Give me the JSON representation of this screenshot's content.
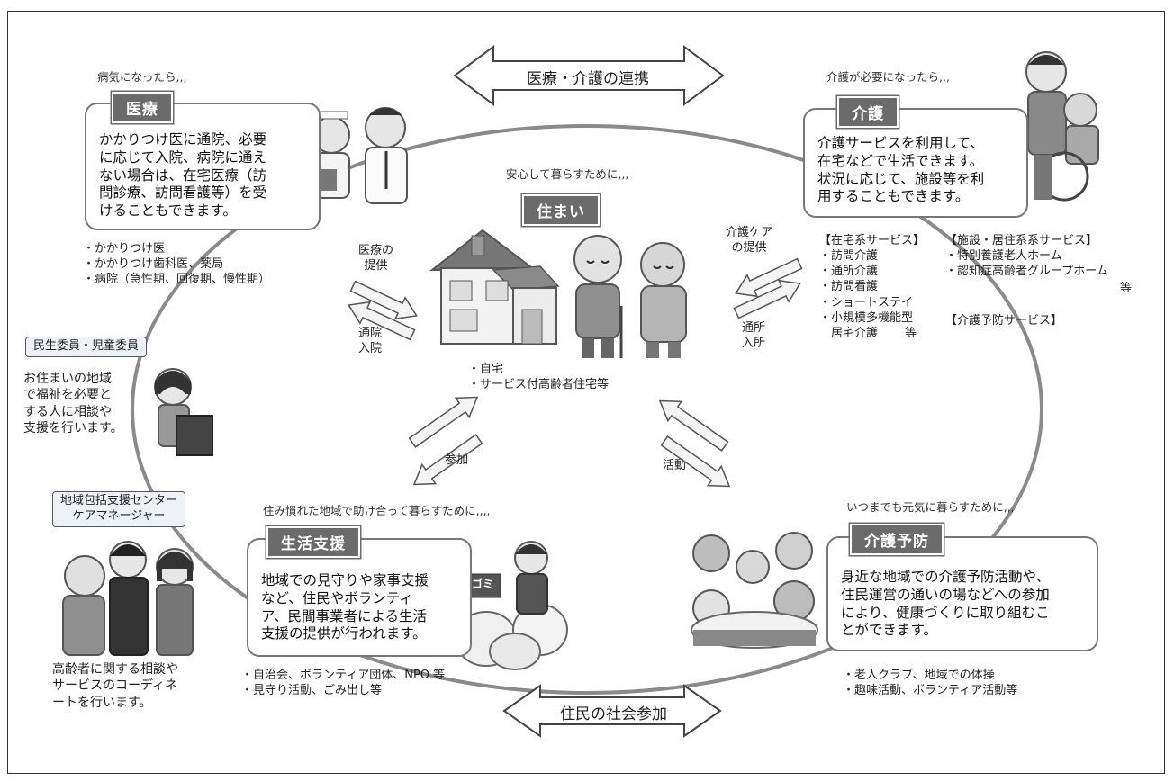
{
  "top_arrow": {
    "label": "医療・介護の連携"
  },
  "bottom_arrow": {
    "label": "住民の社会参加"
  },
  "medical": {
    "caption": "病気になったら,,,",
    "title": "医療",
    "body": "かかりつけ医に通院、必要\nに応じて入院、病院に通え\nない場合は、在宅医療（訪\n問診療、訪問看護等）を受\nけることもできます。",
    "list": "・かかりつけ医\n・かかりつけ歯科医、薬局\n・病院（急性期、回復期、慢性期）"
  },
  "care": {
    "caption": "介護が必要になったら,,,",
    "title": "介護",
    "body": "介護サービスを利用して、\n在宅などで生活できます。\n状況に応じて、施設等を利\n用することもできます。",
    "home_services": "【在宅系サービス】\n・訪問介護\n・通所介護\n・訪問看護\n・ショートステイ\n・小規模多機能型\n　居宅介護　　 等",
    "facility_services": "【施設・居住系系サービス】\n・特別養護老人ホーム\n・認知症高齢者グループホーム",
    "facility_etc": "等",
    "prevention_services": "【介護予防サービス】"
  },
  "housing": {
    "caption": "安心して暮らすために,,,",
    "title": "住まい",
    "list": "・自宅\n・サービス付高齢者住宅等"
  },
  "flows": {
    "medical_provision": "医療の\n提供",
    "hospital_visit": "通院\n入院",
    "care_provision": "介護ケア\nの提供",
    "facility_visit": "通所\n入所",
    "participation": "参加",
    "activity": "活動"
  },
  "welfare_commissioner": {
    "tag": "民生委員・児童委員",
    "body": "お住まいの地域\nで福祉を必要と\nする人に相談や\n支援を行います。"
  },
  "support_center": {
    "tag": "地域包括支援センター\nケアマネージャー",
    "body": "高齢者に関する相談や\nサービスのコーディネ\nートを行います。"
  },
  "life_support": {
    "caption": "住み慣れた地域で助け合って暮らすために,,,,",
    "title": "生活支援",
    "body": "地域での見守りや家事支援\nなど、住民やボランティ\nア、民間事業者による生活\n支援の提供が行われます。",
    "list": "・自治会、ボランティア団体、NPO 等\n・見守り活動、ごみ出し等",
    "trash_sign": "ゴミ"
  },
  "prevention": {
    "caption": "いつまでも元気に暮らすために,,,",
    "title": "介護予防",
    "body": "身近な地域での介護予防活動や、\n住民運営の通いの場などへの参加\nにより、健康づくりに取り組むこ\nとができます。",
    "list": "・老人クラブ、地域での体操\n・趣味活動、ボランティア活動等"
  },
  "colors": {
    "label_bg": "#6b6b6b",
    "box_border": "#777777",
    "ring": "#8a8a8a",
    "arrow_fill": "#f4f4f4"
  }
}
